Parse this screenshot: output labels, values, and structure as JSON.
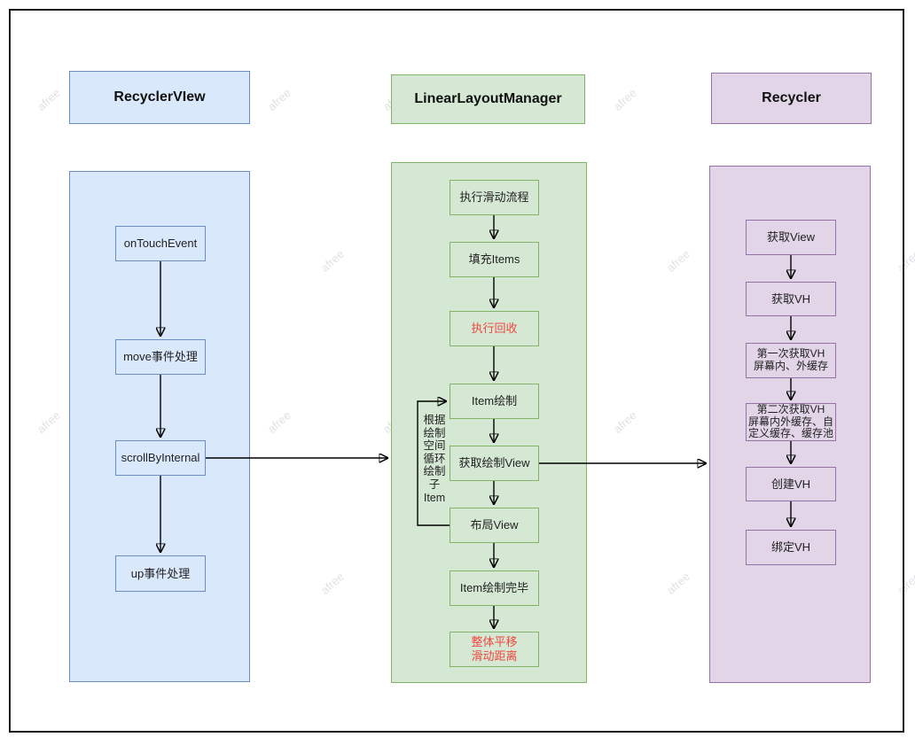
{
  "watermark": {
    "text": "afree"
  },
  "colors": {
    "blue_fill": "#dae8fc",
    "blue_border": "#6c8ebf",
    "green_fill": "#d5e8d4",
    "green_border": "#82b366",
    "purple_fill": "#e1d5e7",
    "purple_border": "#9673a6",
    "red_text": "#f0463f",
    "arrow": "#000000"
  },
  "columns": [
    {
      "id": "recyclerview",
      "title": "RecyclerVIew",
      "theme": "blue",
      "nodes": [
        {
          "label": "onTouchEvent"
        },
        {
          "label": "move事件处理"
        },
        {
          "label": "scrollByInternal"
        },
        {
          "label": "up事件处理"
        }
      ]
    },
    {
      "id": "linearlayoutmanager",
      "title": "LinearLayoutManager",
      "theme": "green",
      "loop_label": "根据\n绘制\n空间\n循环\n绘制\n子\nItem",
      "nodes": [
        {
          "label": "执行滑动流程"
        },
        {
          "label": "填充Items"
        },
        {
          "label": "执行回收",
          "color": "red"
        },
        {
          "label": "Item绘制"
        },
        {
          "label": "获取绘制View"
        },
        {
          "label": "布局View"
        },
        {
          "label": "Item绘制完毕"
        },
        {
          "label": "整体平移\n滑动距离",
          "color": "red"
        }
      ]
    },
    {
      "id": "recycler",
      "title": "Recycler",
      "theme": "purple",
      "nodes": [
        {
          "label": "获取View"
        },
        {
          "label": "获取VH"
        },
        {
          "label": "第一次获取VH\n屏幕内、外缓存"
        },
        {
          "label": "第二次获取VH\n屏幕内外缓存、自\n定义缓存、缓存池"
        },
        {
          "label": "创建VH"
        },
        {
          "label": "绑定VH"
        }
      ]
    }
  ]
}
